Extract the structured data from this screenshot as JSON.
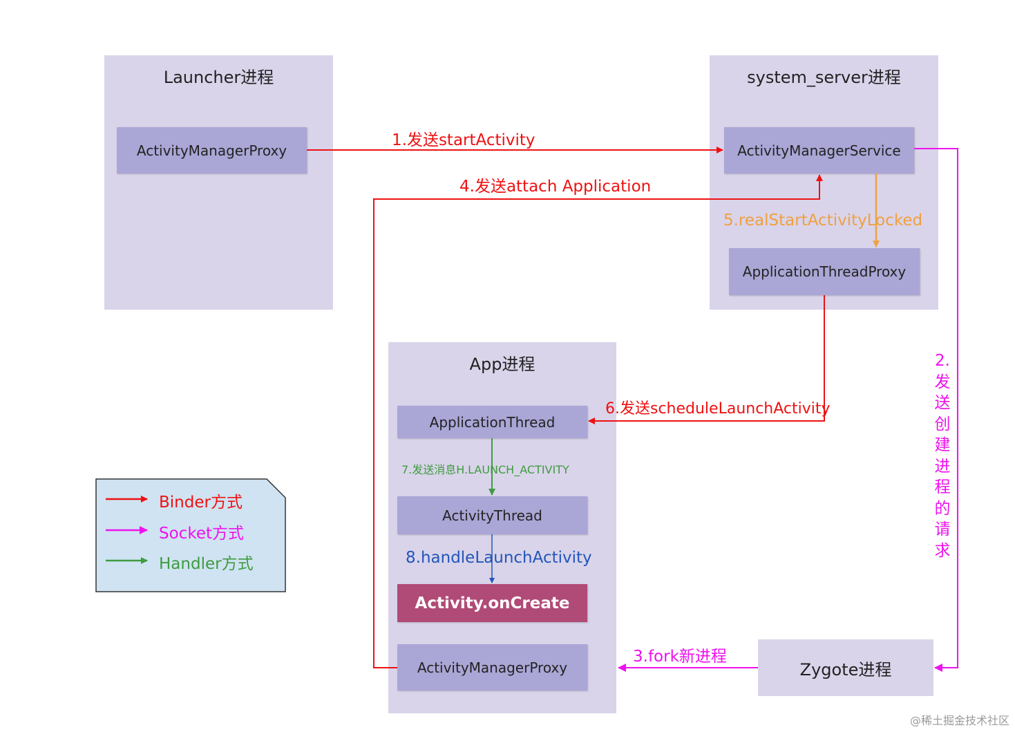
{
  "processes": {
    "launcher": {
      "title": "Launcher进程",
      "component": "ActivityManagerProxy"
    },
    "system_server": {
      "title": "system_server进程",
      "ams": "ActivityManagerService",
      "atp": "ApplicationThreadProxy"
    },
    "app": {
      "title": "App进程",
      "application_thread": "ApplicationThread",
      "activity_thread": "ActivityThread",
      "on_create": "Activity.onCreate",
      "amp": "ActivityManagerProxy"
    },
    "zygote": {
      "title": "Zygote进程"
    }
  },
  "edges": {
    "e1": {
      "label": "1.发送startActivity",
      "type": "binder"
    },
    "e2": {
      "label_chars": [
        "2.",
        "发",
        "送",
        "创",
        "建",
        "进",
        "程",
        "的",
        "请",
        "求"
      ],
      "type": "socket"
    },
    "e3": {
      "label": "3.fork新进程",
      "type": "socket"
    },
    "e4": {
      "label": "4.发送attach Application",
      "type": "binder"
    },
    "e5": {
      "label": "5.realStartActivityLocked",
      "type": "internal"
    },
    "e6": {
      "label": "6.发送scheduleLaunchActivity",
      "type": "binder"
    },
    "e7": {
      "label": "7.发送消息H.LAUNCH_ACTIVITY",
      "type": "handler"
    },
    "e8": {
      "label": "8.handleLaunchActivity",
      "type": "internal"
    }
  },
  "legend": {
    "items": [
      {
        "label": "Binder方式",
        "color": "#ee1111"
      },
      {
        "label": "Socket方式",
        "color": "#ee11ee"
      },
      {
        "label": "Handler方式",
        "color": "#3f9b3f"
      }
    ]
  },
  "colors": {
    "binder": "#ee1111",
    "socket": "#ee11ee",
    "handler": "#3f9b3f",
    "realstart": "#f0a040",
    "handle_launch": "#2255bb"
  },
  "watermark": "@稀土掘金技术社区"
}
